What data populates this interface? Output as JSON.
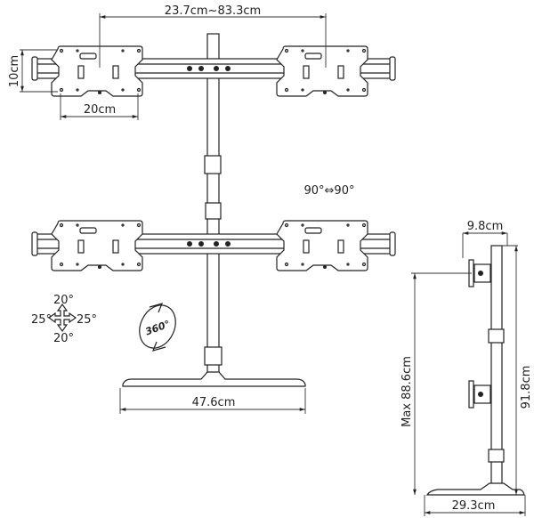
{
  "dimensions": {
    "vesa_span": "23.7cm~83.3cm",
    "plate_height": "10cm",
    "plate_width": "20cm",
    "base_width": "47.6cm",
    "arm_offset": "9.8cm",
    "max_height": "Max 88.6cm",
    "total_height": "91.8cm",
    "base_depth": "29.3cm"
  },
  "rotation": {
    "swivel": "90°⇔90°",
    "tilt_up": "20°",
    "tilt_down": "20°",
    "pan_left": "25°",
    "pan_right": "25°",
    "rotate_badge": "360°"
  }
}
